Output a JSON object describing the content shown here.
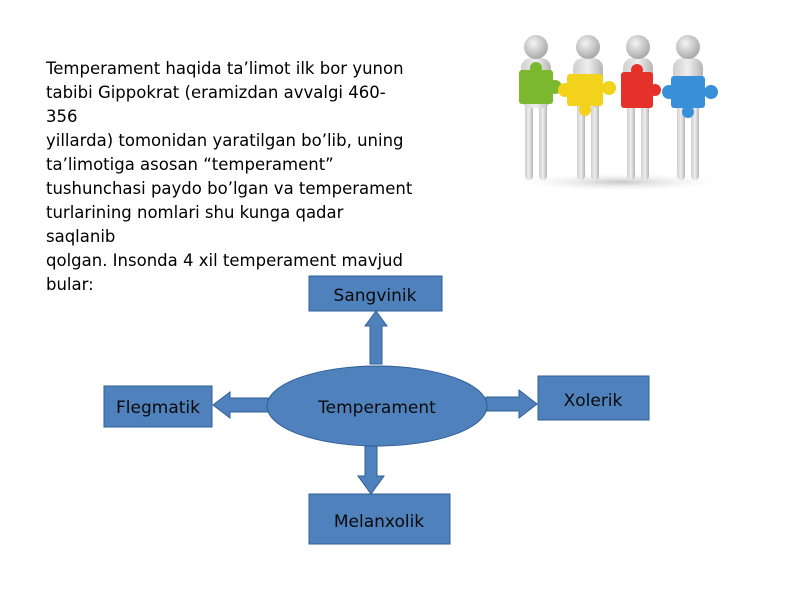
{
  "intro": {
    "lines": [
      "Temperament haqida ta’limot  ilk bor yunon",
      "tabibi Gippokrat (eramizdan avvalgi 460-356",
      "yillarda) tomonidan yaratilgan bo’lib, uning",
      "ta’limotiga asosan “temperament”",
      "tushunchasi paydo bo’lgan va temperament",
      "turlarining nomlari shu kunga qadar saqlanib",
      "qolgan. Insonda  4 xil temperament  mavjud",
      "bular:"
    ]
  },
  "diagram": {
    "center": "Temperament",
    "top": "Sangvinik",
    "right": "Xolerik",
    "bottom": "Melanxolik",
    "left": "Flegmatik"
  },
  "colors": {
    "fill": "#4f81bd",
    "stroke": "#2f5f96",
    "puzzle_green": "#7cb82f",
    "puzzle_yellow": "#f2d21b",
    "puzzle_red": "#e4322b",
    "puzzle_blue": "#3a8fd9"
  },
  "illustration": {
    "icon": "people-holding-puzzle-pieces-icon"
  }
}
